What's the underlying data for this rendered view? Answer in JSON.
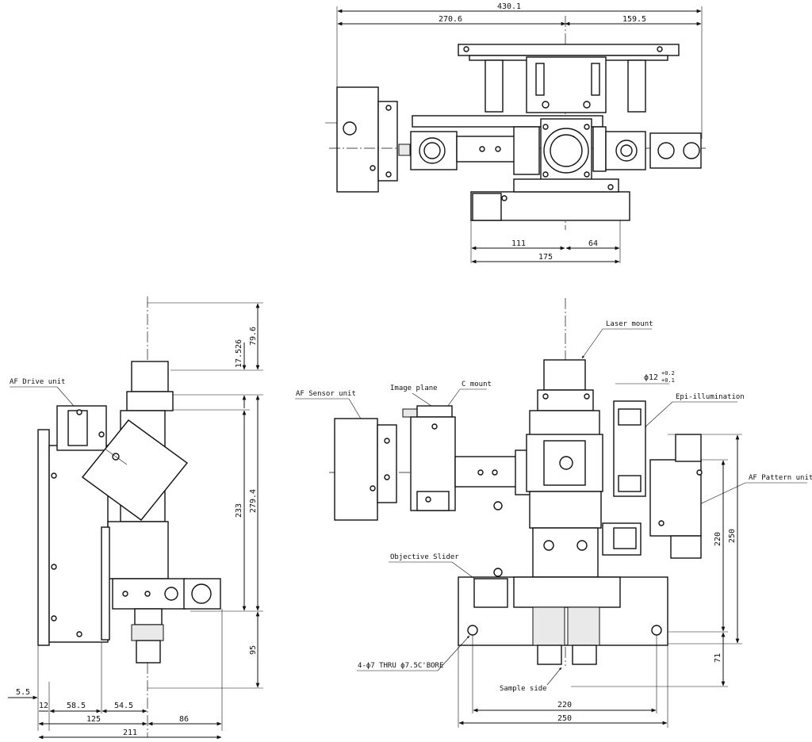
{
  "top_view": {
    "dims": {
      "overall": "430.1",
      "left": "270.6",
      "right": "159.5",
      "bottom_left": "111",
      "bottom_right": "64",
      "bottom_total": "175"
    }
  },
  "side_view": {
    "labels": {
      "af_drive_unit": "AF Drive unit"
    },
    "dims": {
      "top_79_6": "79.6",
      "top_17_526": "17.526",
      "height_279_4": "279.4",
      "height_233": "233",
      "height_95": "95",
      "offset_5_5": "5.5",
      "w_12": "12",
      "w_58_5": "58.5",
      "w_54_5": "54.5",
      "w_125": "125",
      "w_86": "86",
      "w_211": "211"
    }
  },
  "front_view": {
    "labels": {
      "laser_mount": "Laser mount",
      "phi12": "ϕ12",
      "phi12_tol_upper": "+0.2",
      "phi12_tol_lower": "+0.1",
      "epi_illumination": "Epi-illumination",
      "af_sensor_unit": "AF Sensor unit",
      "image_plane": "Image plane",
      "c_mount": "C mount",
      "af_pattern_unit": "AF Pattern unit",
      "objective_slider": "Objective Slider",
      "thru_bore": "4-ϕ7 THRU ϕ7.5C'BORE",
      "sample_side": "Sample side"
    },
    "dims": {
      "h_220": "220",
      "h_250": "250",
      "h_71": "71",
      "w_220": "220",
      "w_250": "250"
    }
  }
}
